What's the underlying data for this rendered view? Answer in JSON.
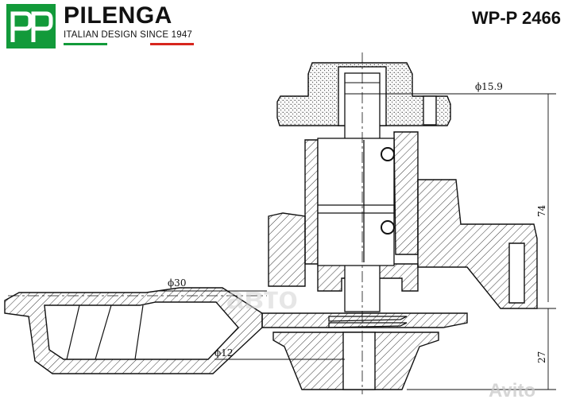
{
  "header": {
    "brand": "PILENGA",
    "tagline": "ITALIAN DESIGN SINCE 1947",
    "part_number": "WP-P 2466",
    "brand_color": "#129a3a",
    "flag_colors": [
      "#129a3a",
      "#ffffff",
      "#d7261e"
    ]
  },
  "dimensions": {
    "shaft_diameter": "ϕ15.9",
    "impeller_diameter": "ϕ30",
    "bottom_diameter": "ϕ12",
    "height_total": "74",
    "height_impeller": "27"
  },
  "watermarks": {
    "faint_center": "авто",
    "avito": "Avito"
  }
}
